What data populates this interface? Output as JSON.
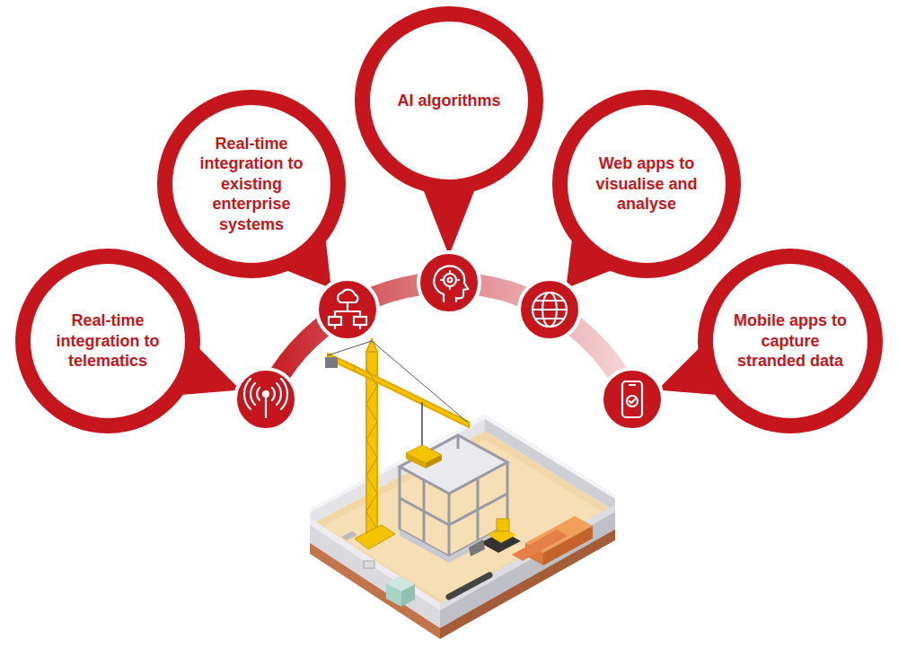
{
  "diagram": {
    "nodes": [
      {
        "text": [
          "Real-time integration to telematics"
        ]
      },
      {
        "text": [
          "Real-time integration to existing enterprise systems"
        ]
      },
      {
        "text": [
          "AI algorithms"
        ]
      },
      {
        "text": [
          "Web apps to visualise and analyse"
        ]
      },
      {
        "text": [
          "Mobile apps to capture stranded data"
        ]
      }
    ],
    "edges": []
  }
}
